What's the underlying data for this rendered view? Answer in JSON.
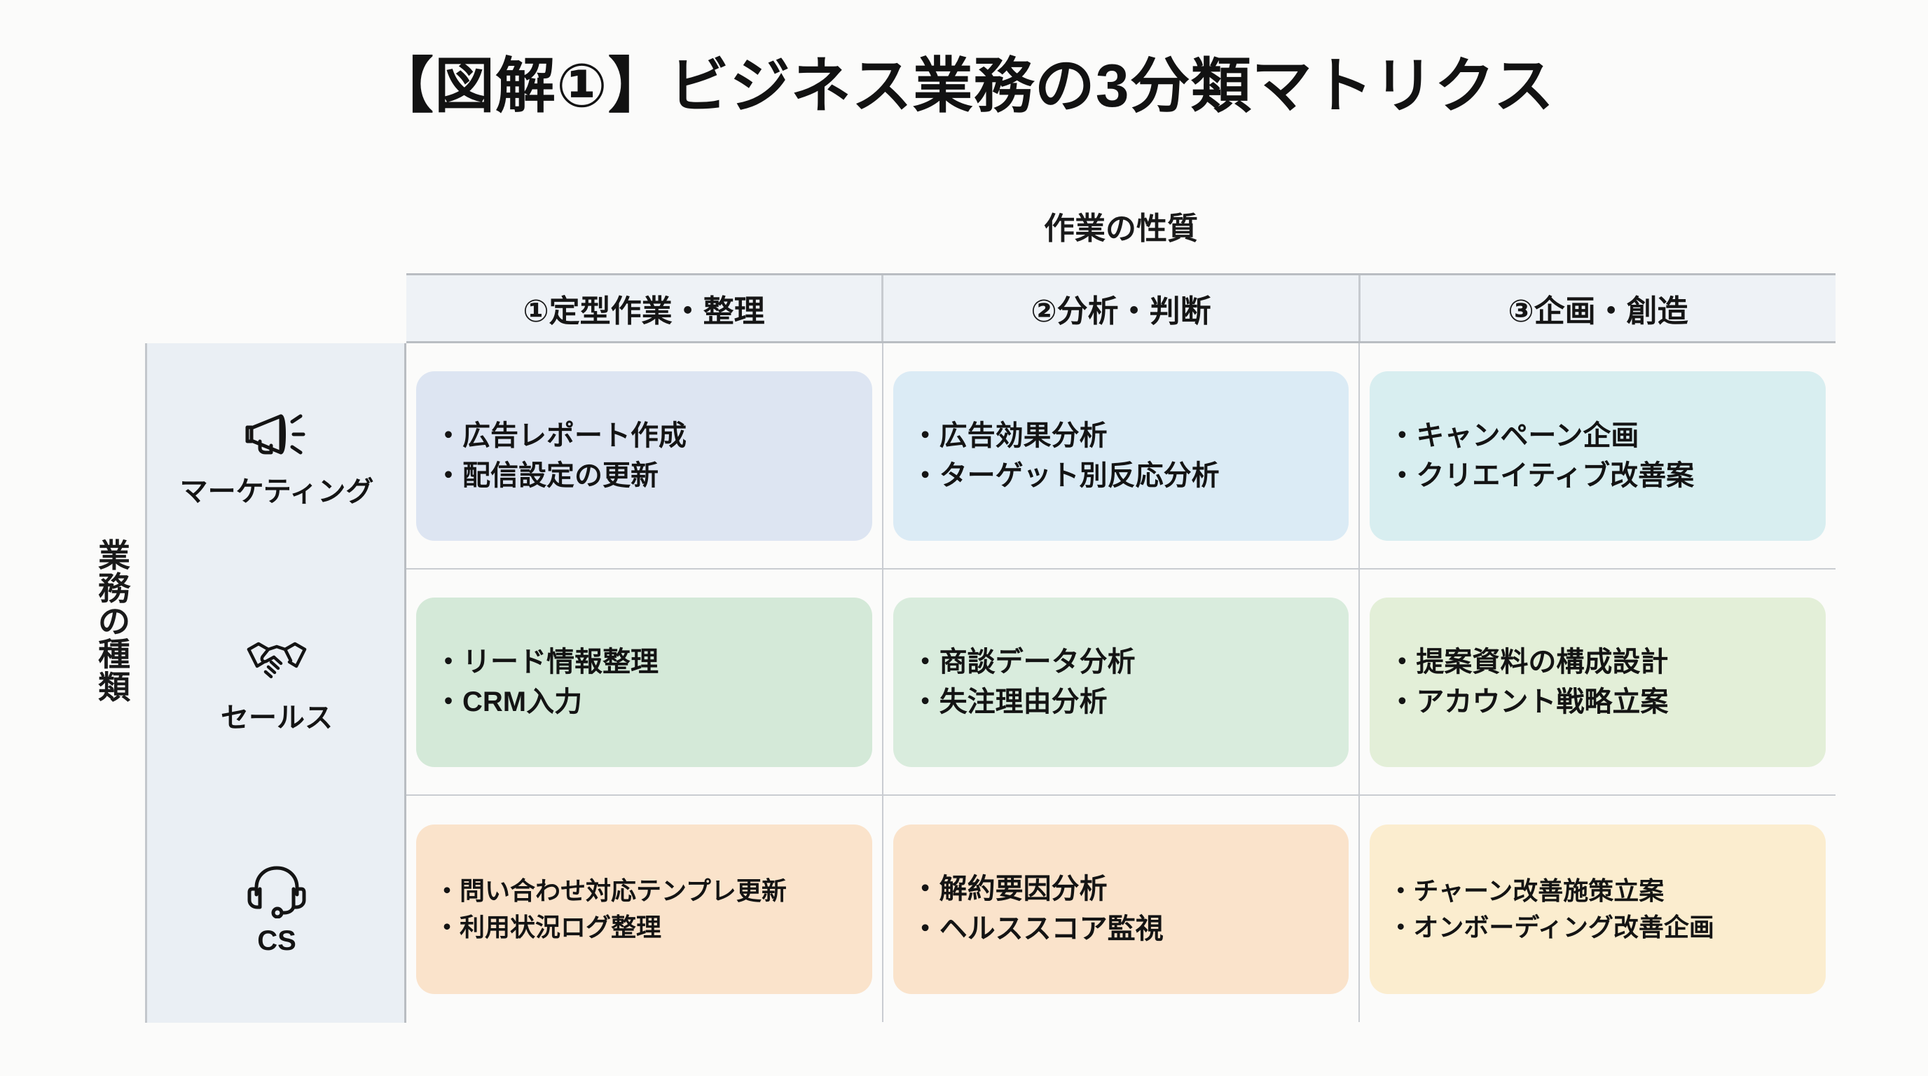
{
  "title": "【図解①】ビジネス業務の3分類マトリクス",
  "axes": {
    "column_axis_label": "作業の性質",
    "row_axis_label": "業務の種類",
    "row_axis_chars": [
      "業",
      "務",
      "の",
      "種",
      "類"
    ]
  },
  "columns": [
    {
      "label": "①定型作業・整理"
    },
    {
      "label": "②分析・判断"
    },
    {
      "label": "③企画・創造"
    }
  ],
  "rows": [
    {
      "label": "マーケティング",
      "icon": "megaphone-icon",
      "cells": [
        {
          "color": "#dde5f2",
          "items": [
            "広告レポート作成",
            "配信設定の更新"
          ]
        },
        {
          "color": "#dbebf5",
          "items": [
            "広告効果分析",
            "ターゲット別反応分析"
          ]
        },
        {
          "color": "#d8eef0",
          "items": [
            "キャンペーン企画",
            "クリエイティブ改善案"
          ]
        }
      ]
    },
    {
      "label": "セールス",
      "icon": "handshake-icon",
      "cells": [
        {
          "color": "#d4e9d8",
          "items": [
            "リード情報整理",
            "CRM入力"
          ]
        },
        {
          "color": "#d9ecdd",
          "items": [
            "商談データ分析",
            "失注理由分析"
          ]
        },
        {
          "color": "#e3efd8",
          "items": [
            "提案資料の構成設計",
            "アカウント戦略立案"
          ]
        }
      ]
    },
    {
      "label": "CS",
      "icon": "headset-icon",
      "cells": [
        {
          "color": "#fae3cb",
          "items": [
            "問い合わせ対応テンプレ更新",
            "利用状況ログ整理"
          ],
          "small": true
        },
        {
          "color": "#fae3cb",
          "items": [
            "解約要因分析",
            "ヘルススコア監視"
          ]
        },
        {
          "color": "#fbedcf",
          "items": [
            "チャーン改善施策立案",
            "オンボーディング改善企画"
          ]
        }
      ]
    }
  ],
  "colors": {
    "page_background": "#fbfbfa",
    "header_band": "#eef2f6",
    "row_label_band": "#eaeff4",
    "grid_line": "#c9ccd1",
    "text": "#141414"
  }
}
